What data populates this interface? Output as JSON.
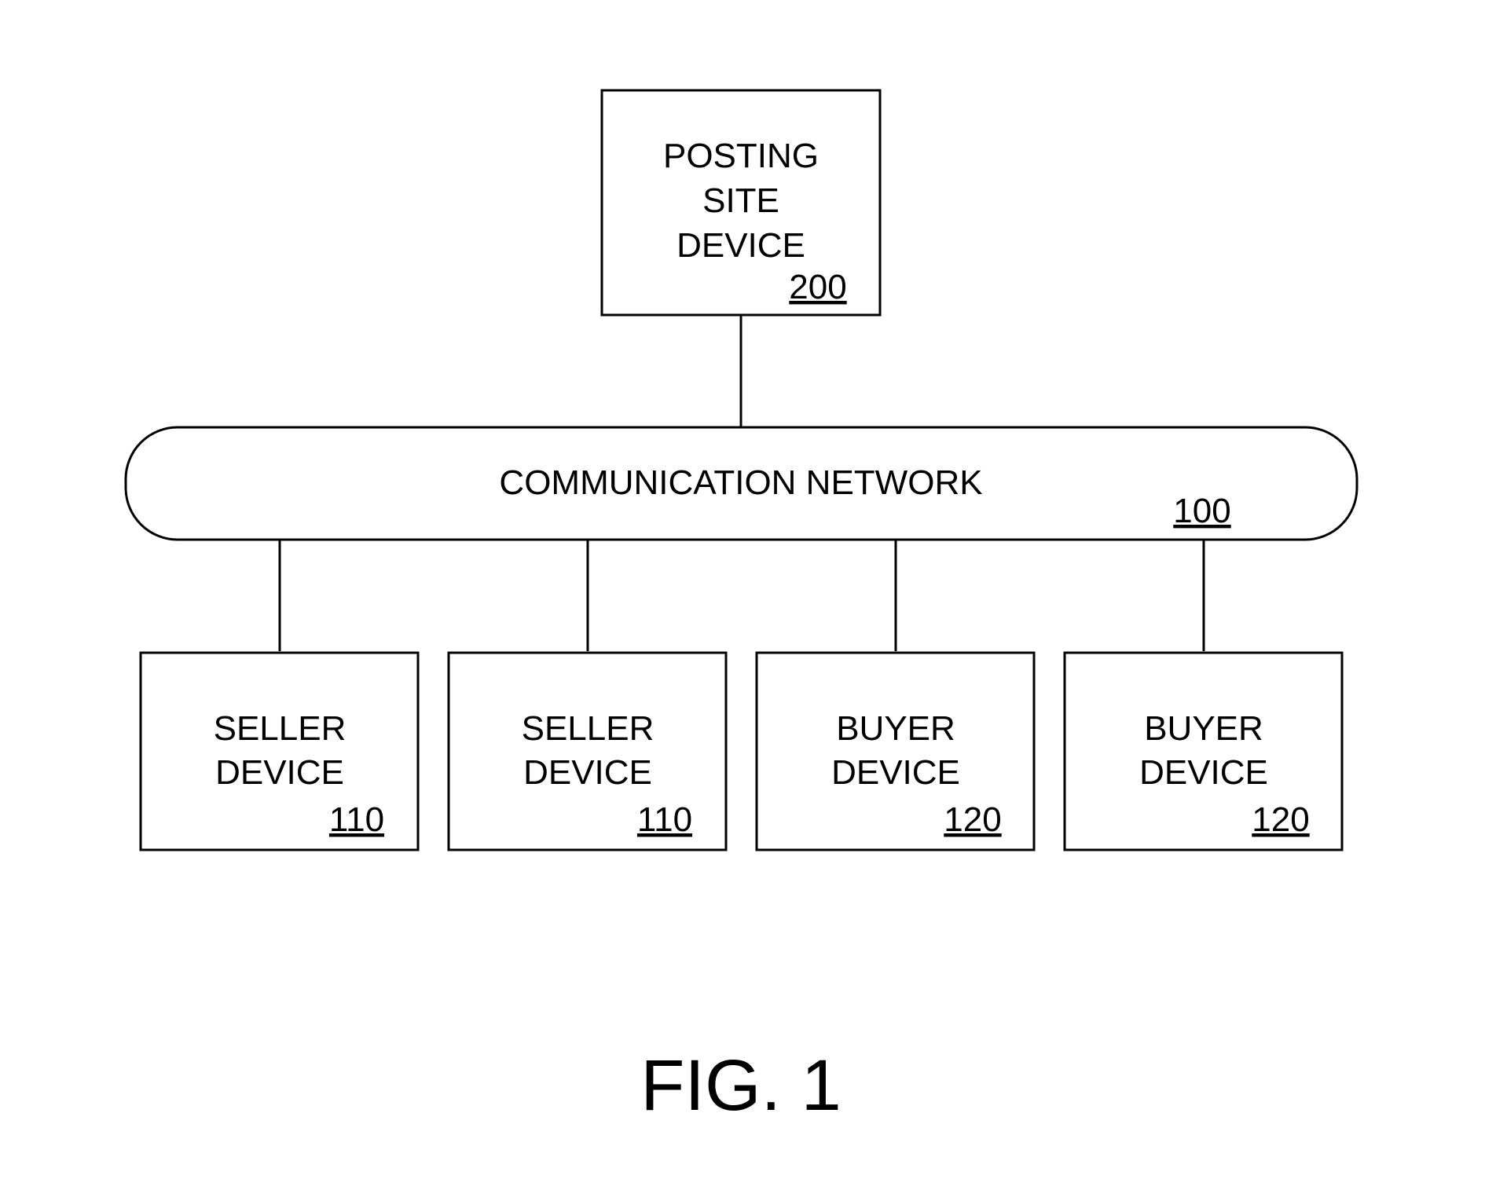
{
  "posting_site": {
    "lines": [
      "POSTING",
      "SITE",
      "DEVICE"
    ],
    "ref": "200"
  },
  "network": {
    "label": "COMMUNICATION NETWORK",
    "ref": "100"
  },
  "devices": [
    {
      "lines": [
        "SELLER",
        "DEVICE"
      ],
      "ref": "110"
    },
    {
      "lines": [
        "SELLER",
        "DEVICE"
      ],
      "ref": "110"
    },
    {
      "lines": [
        "BUYER",
        "DEVICE"
      ],
      "ref": "120"
    },
    {
      "lines": [
        "BUYER",
        "DEVICE"
      ],
      "ref": "120"
    }
  ],
  "figure": {
    "caption": "FIG. 1"
  }
}
